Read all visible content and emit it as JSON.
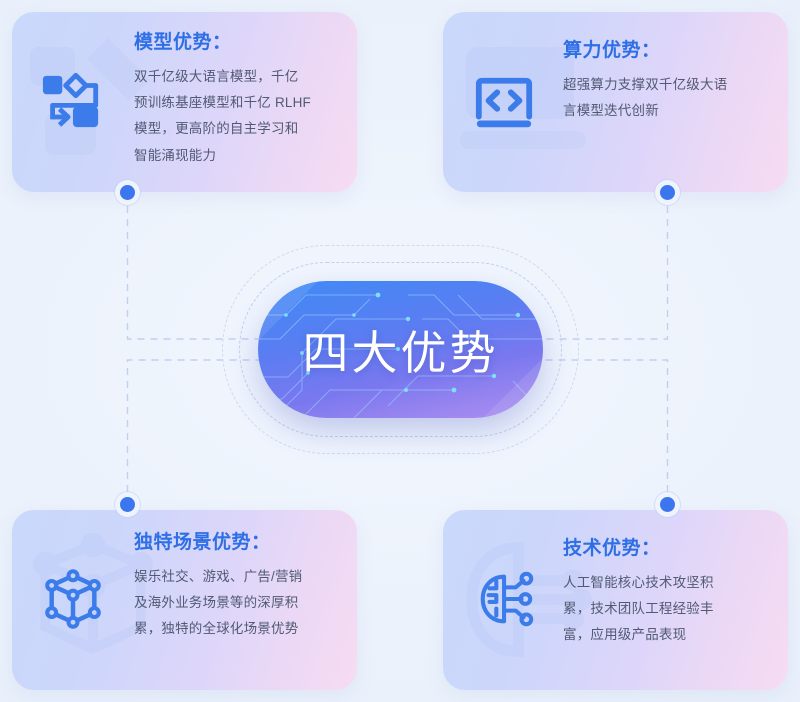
{
  "center": {
    "label": "四大优势",
    "gradient_from": "#3f8bf6",
    "gradient_to": "#ab8ef0"
  },
  "theme": {
    "background": "#eef3fc",
    "accent": "#3b76ef",
    "title_color": "#2f6fe5",
    "body_color": "#525a73",
    "card_gradient_from": "#c9d8fb",
    "card_gradient_to": "#f6dcf2",
    "dash_color": "#c3cff0"
  },
  "cards": [
    {
      "position": "top-left",
      "icon": "flow-diagram-icon",
      "title": "模型优势：",
      "desc": "双千亿级大语言模型，千亿\n预训练基座模型和千亿 RLHF\n模型，更高阶的自主学习和\n智能涌现能力"
    },
    {
      "position": "top-right",
      "icon": "laptop-code-icon",
      "title": "算力优势：",
      "desc": "超强算力支撑双千亿级大语\n言模型迭代创新"
    },
    {
      "position": "bottom-left",
      "icon": "cube-network-icon",
      "title": "独特场景优势：",
      "desc": "娱乐社交、游戏、广告/营销\n及海外业务场景等的深厚积\n累，独特的全球化场景优势"
    },
    {
      "position": "bottom-right",
      "icon": "ai-brain-icon",
      "title": "技术优势：",
      "desc": "人工智能核心技术攻坚积\n累，技术团队工程经验丰\n富，应用级产品表现"
    }
  ],
  "nodes": [
    {
      "name": "node-top-left"
    },
    {
      "name": "node-top-right"
    },
    {
      "name": "node-bottom-left"
    },
    {
      "name": "node-bottom-right"
    }
  ]
}
